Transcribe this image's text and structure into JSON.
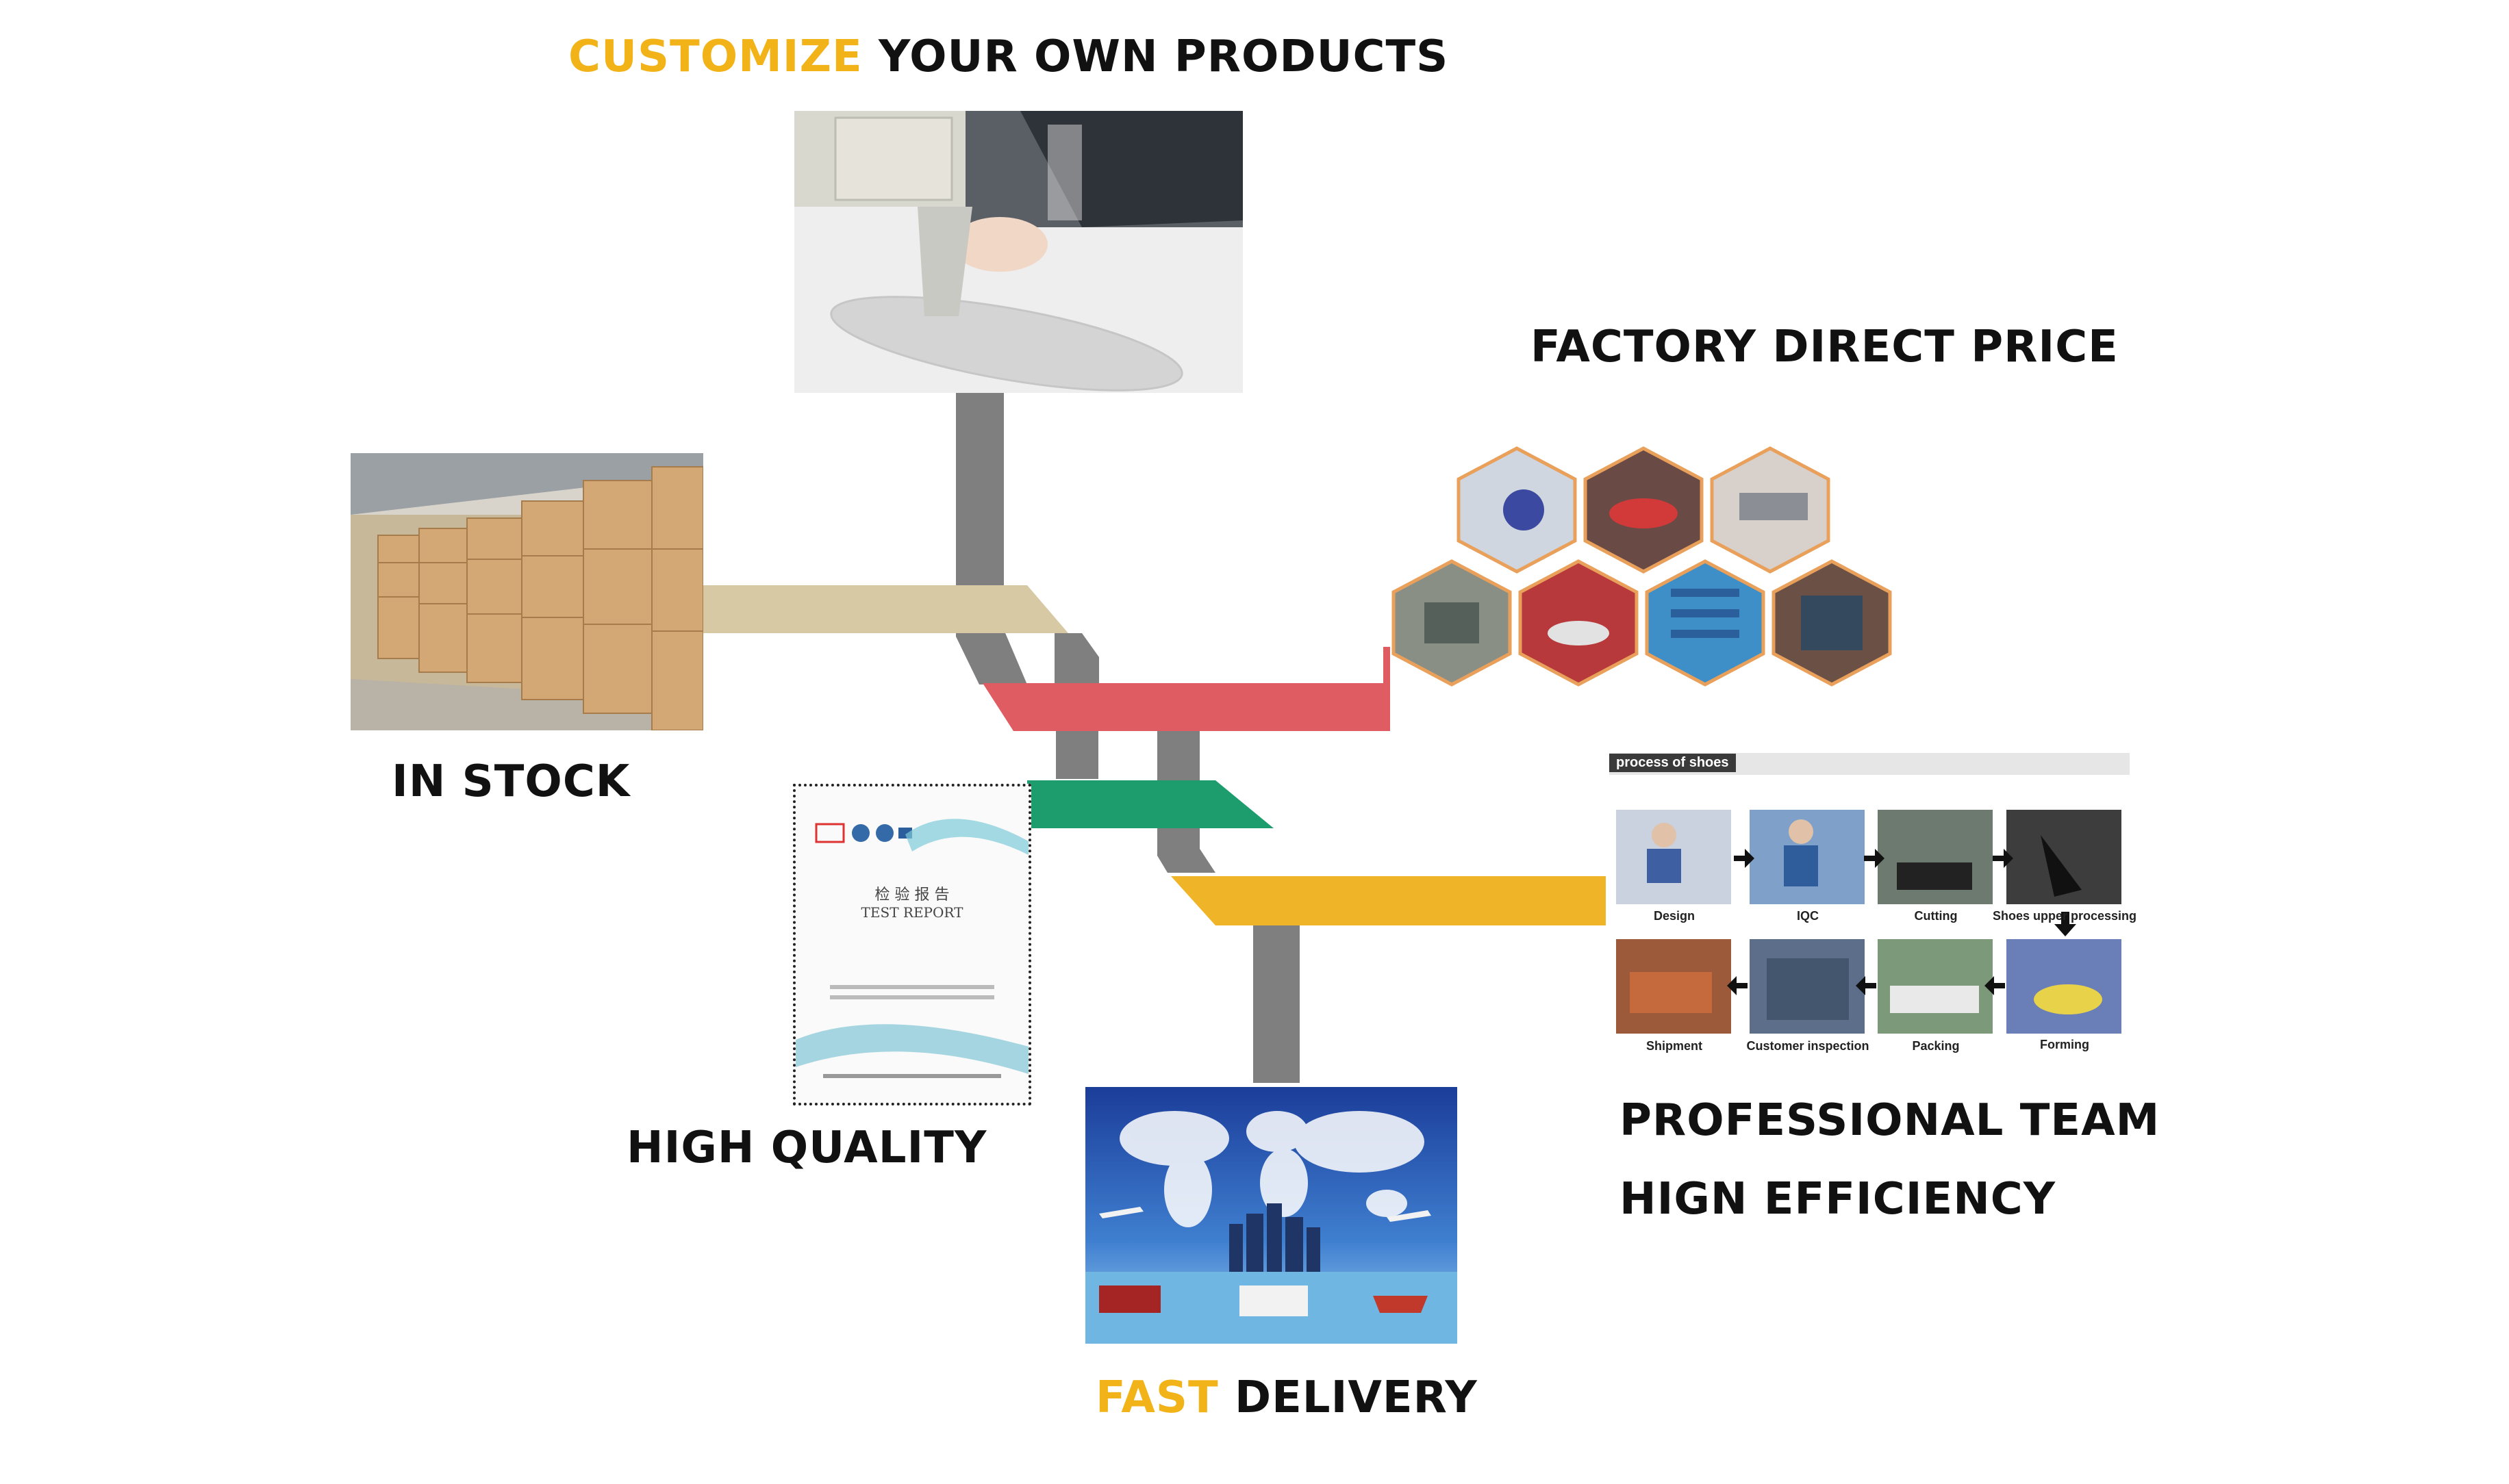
{
  "labels": {
    "customize_accent": "CUSTOMIZE",
    "customize_rest": " YOUR OWN PRODUCTS",
    "factory": "FACTORY DIRECT PRICE",
    "stock": "IN STOCK",
    "quality": "HIGH QUALITY",
    "team": "PROFESSIONAL TEAM",
    "efficiency": "HIGN EFFICIENCY",
    "fast_accent": "FAST",
    "fast_rest": " DELIVERY"
  },
  "process": {
    "header": "process of shoes",
    "steps_top": [
      "Design",
      "IQC",
      "Cutting",
      "Shoes upper processing"
    ],
    "steps_bottom": [
      "Shipment",
      "Customer inspection",
      "Packing",
      "Forming"
    ]
  },
  "report": {
    "title_cn": "检 验 报 告",
    "title_en": "TEST REPORT"
  },
  "colors": {
    "accent": "#f2b318",
    "tan": "#d6c9a3",
    "red": "#e05c63",
    "green": "#1d9d6e",
    "yellow": "#f0b429",
    "gray": "#7f7f7f"
  }
}
